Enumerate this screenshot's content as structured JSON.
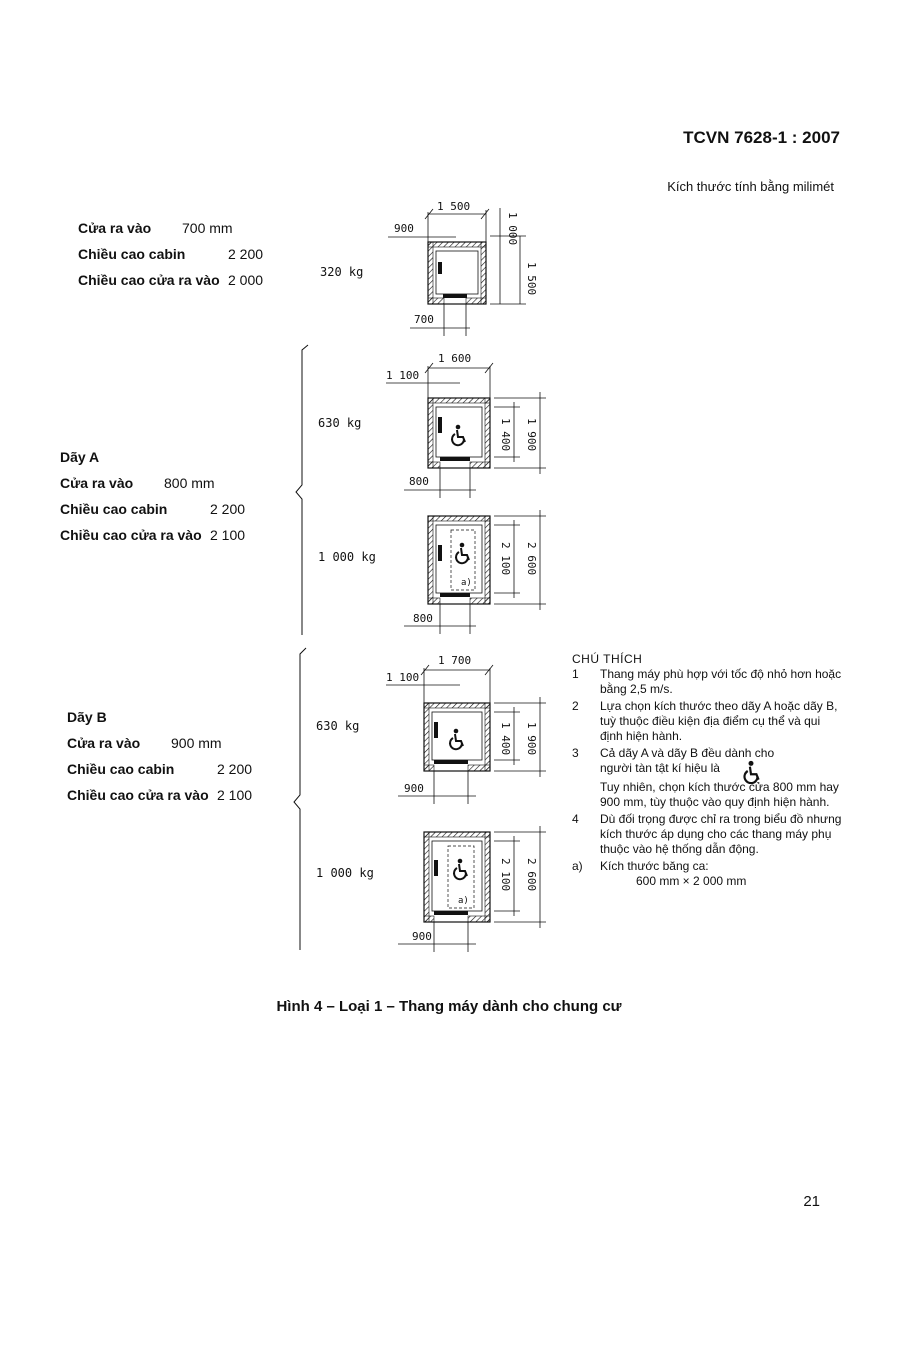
{
  "header": {
    "standard": "TCVN 7628-1 : 2007",
    "units_note": "Kích thước tính bằng milimét"
  },
  "specs": {
    "top": {
      "rows": [
        {
          "label": "Cửa ra vào",
          "value": "700 mm"
        },
        {
          "label": "Chiều cao cabin",
          "value": "2 200"
        },
        {
          "label": "Chiều cao cửa ra vào",
          "value": "2 000"
        }
      ]
    },
    "series_a": {
      "title": "Dãy A",
      "rows": [
        {
          "label": "Cửa ra vào",
          "value": "800 mm"
        },
        {
          "label": "Chiều cao cabin",
          "value": "2 200"
        },
        {
          "label": "Chiều cao cửa ra vào",
          "value": "2 100"
        }
      ]
    },
    "series_b": {
      "title": "Dãy B",
      "rows": [
        {
          "label": "Cửa ra vào",
          "value": "900 mm"
        },
        {
          "label": "Chiều cao cabin",
          "value": "2 200"
        },
        {
          "label": "Chiều cao cửa ra vào",
          "value": "2 100"
        }
      ]
    }
  },
  "loads": {
    "l320": "320 kg",
    "a630": "630 kg",
    "a1000": "1 000 kg",
    "b630": "630 kg",
    "b1000": "1 000 kg"
  },
  "dims": {
    "e1": {
      "shaft_w": "1 500",
      "side": "900",
      "top": "1 000",
      "cab": "1 500",
      "door": "700"
    },
    "e2": {
      "shaft_w": "1 600",
      "side": "1 100",
      "cab": "1 400",
      "shaft_d": "1 900",
      "door": "800"
    },
    "e3": {
      "cab": "2 100",
      "shaft_d": "2 600",
      "door": "800",
      "mark": "a)"
    },
    "e4": {
      "shaft_w": "1 700",
      "side": "1 100",
      "cab": "1 400",
      "shaft_d": "1 900",
      "door": "900"
    },
    "e5": {
      "cab": "2 100",
      "shaft_d": "2 600",
      "door": "900",
      "mark": "a)"
    }
  },
  "notes": {
    "heading": "CHÚ THÍCH",
    "n1_k": "1",
    "n1": "Thang máy phù hợp với tốc độ nhỏ hơn hoặc bằng 2,5 m/s.",
    "n2_k": "2",
    "n2": "Lựa chọn kích thước theo dãy A hoặc dãy B, tuỳ thuộc điều kiện địa điểm cụ thể và qui định hiện hành.",
    "n3_k": "3",
    "n3a": "Cả dãy A và dãy B đều dành cho người tàn tật kí hiệu là",
    "n3b": "Tuy nhiên, chọn kích thước cửa 800 mm hay 900 mm, tùy thuộc vào quy định hiện hành.",
    "n4_k": "4",
    "n4": "Dù đối trọng được chỉ ra trong biểu đồ nhưng kích thước áp dụng cho các thang máy phụ thuộc vào hệ thống dẫn động.",
    "na_k": "a)",
    "na1": "Kích thước băng ca:",
    "na2": "600 mm × 2 000 mm"
  },
  "caption": "Hình 4 – Loại 1 – Thang máy dành cho chung cư",
  "page_number": "21"
}
